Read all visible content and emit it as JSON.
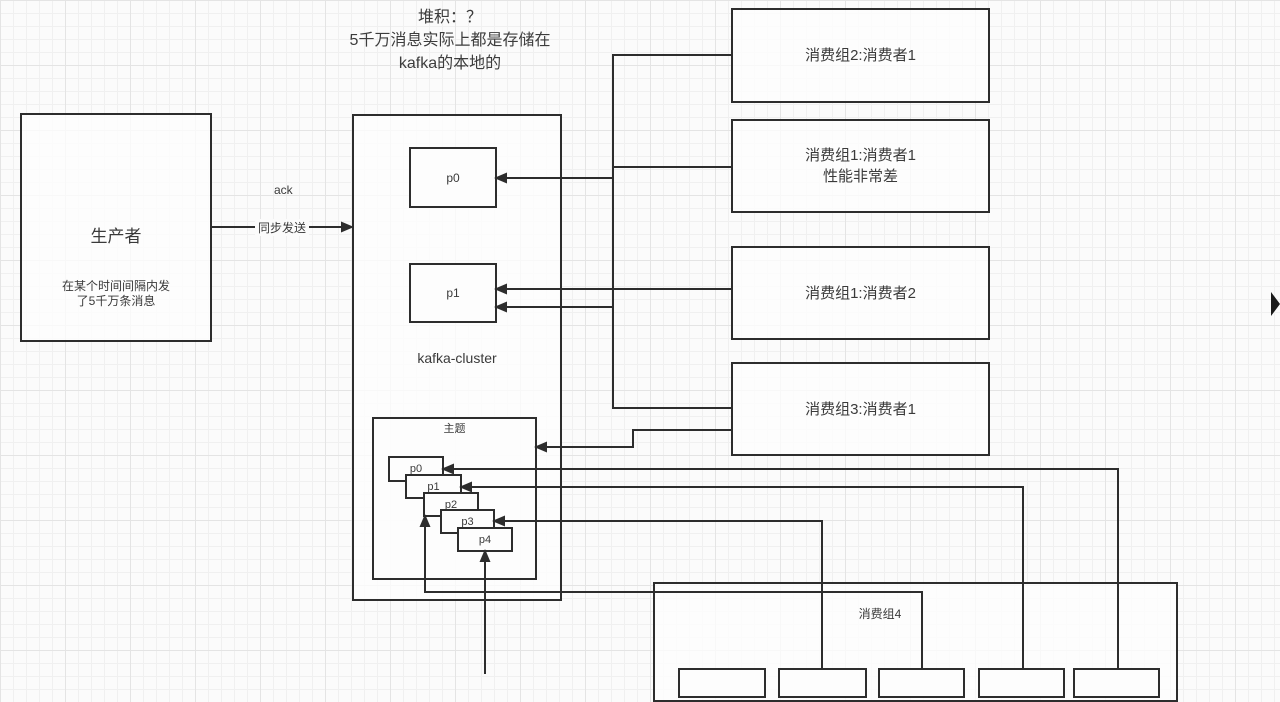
{
  "annotation": {
    "line1": "堆积：？",
    "line2": "5千万消息实际上都是存储在",
    "line3": "kafka的本地的"
  },
  "producer": {
    "title": "生产者",
    "note1": "在某个时间间隔内发",
    "note2": "了5千万条消息"
  },
  "link_labels": {
    "ack": "ack",
    "send": "同步发送"
  },
  "kafka_cluster": {
    "label": "kafka-cluster",
    "partition0": "p0",
    "partition1": "p1"
  },
  "topic": {
    "label": "主题",
    "p0": "p0",
    "p1": "p1",
    "p2": "p2",
    "p3": "p3",
    "p4": "p4"
  },
  "consumer_groups": {
    "group2_consumer1": "消费组2:消费者1",
    "group1_consumer1": "消费组1:消费者1",
    "group1_consumer1_note": "性能非常差",
    "group1_consumer2": "消费组1:消费者2",
    "group3_consumer1": "消费组3:消费者1",
    "group4": "消费组4"
  }
}
